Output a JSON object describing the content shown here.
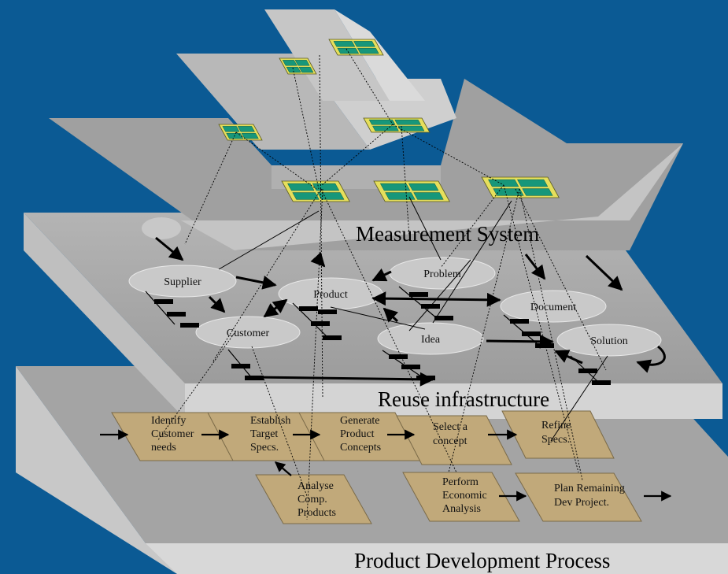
{
  "layers": {
    "measurement": "Measurement System",
    "reuse": "Reuse infrastructure",
    "process": "Product Development Process"
  },
  "reuse_nodes": {
    "supplier": "Supplier",
    "product": "Product",
    "problem": "Problem",
    "document": "Document",
    "customer": "Customer",
    "idea": "Idea",
    "solution": "Solution"
  },
  "process_steps": {
    "identify": [
      "Identify",
      "Customer",
      "needs"
    ],
    "establish": [
      "Establish",
      "Target",
      "Specs."
    ],
    "generate": [
      "Generate",
      "Product",
      "Concepts"
    ],
    "select": [
      "Select a",
      "concept"
    ],
    "refine": [
      "Refine",
      "Specs."
    ],
    "analyse": [
      "Analyse",
      "Comp.",
      "Products"
    ],
    "perform": [
      "Perform",
      "Economic",
      "Analysis"
    ],
    "plan": [
      "Plan Remaining",
      "Dev Project."
    ]
  },
  "colors": {
    "background": "#0b5a94",
    "slab_top": "#a8a8a8",
    "slab_front": "#d2d2d2",
    "ellipse": "#c8c8c8",
    "step_box": "#c0a878",
    "chip_frame": "#e8e060",
    "chip_cell": "#1a9a7a"
  }
}
